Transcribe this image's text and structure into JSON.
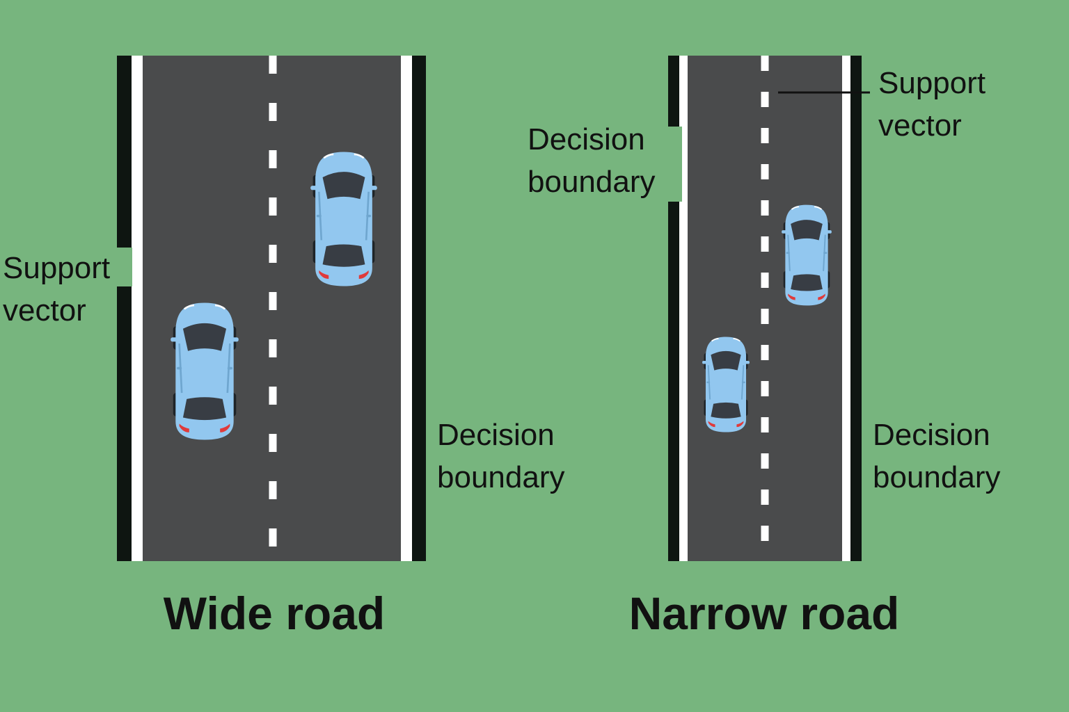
{
  "colors": {
    "background": "#77b57e",
    "road": "#4a4b4c",
    "boundary_line": "#0e1511",
    "lane_edge": "#ffffff",
    "car_body": "#92c7ef",
    "car_window": "#383d44",
    "car_taillight": "#e03a3a"
  },
  "panels": {
    "wide": {
      "title": "Wide road",
      "support_vector": {
        "line1": "Support",
        "line2": "vector"
      },
      "decision_boundary": {
        "line1": "Decision",
        "line2": "boundary"
      }
    },
    "narrow": {
      "title": "Narrow road",
      "support_vector": {
        "line1": "Support",
        "line2": "vector"
      },
      "decision_boundary_top": {
        "line1": "Decision",
        "line2": "boundary"
      },
      "decision_boundary_bottom": {
        "line1": "Decision",
        "line2": "boundary"
      }
    }
  },
  "icons": [
    "car-icon"
  ]
}
